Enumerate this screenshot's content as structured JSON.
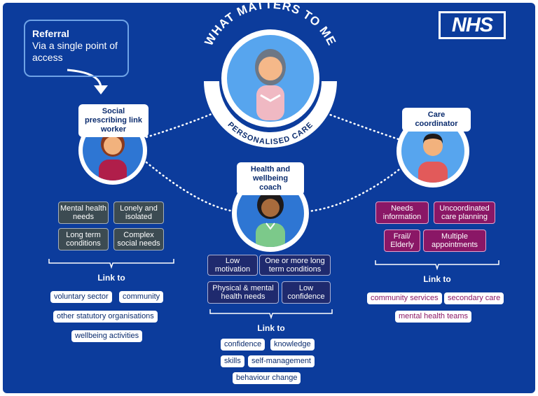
{
  "logo": {
    "text": "NHS"
  },
  "referral": {
    "title": "Referral",
    "subtitle": "Via a single point of access"
  },
  "center": {
    "arc_top": "WHAT MATTERS TO ME",
    "arc_bottom": "PERSONALISED CARE"
  },
  "roles": {
    "social": "Social prescribing link worker",
    "coach": "Health and wellbeing coach",
    "care": "Care coordinator"
  },
  "social_needs": [
    "Mental health needs",
    "Lonely and isolated",
    "Long term conditions",
    "Complex social needs"
  ],
  "coach_needs": [
    "Low motivation",
    "One or more long term conditions",
    "Physical & mental health needs",
    "Low confidence"
  ],
  "care_needs": [
    "Needs information",
    "Uncoordinated care planning",
    "Frail/ Elderly",
    "Multiple appointments"
  ],
  "link_to_label": "Link to",
  "social_links": [
    "voluntary sector",
    "community",
    "other statutory organisations",
    "wellbeing activities"
  ],
  "coach_links": [
    "confidence",
    "knowledge",
    "skills",
    "self-management",
    "behaviour change"
  ],
  "care_links": [
    "community services",
    "secondary care",
    "mental health teams"
  ],
  "colors": {
    "background": "#0c3c9c",
    "grey_tag": "#3c4b52",
    "navy_tag": "#1f2a6e",
    "magenta_tag": "#8a1766",
    "circle_blue": "#2e76d3"
  }
}
